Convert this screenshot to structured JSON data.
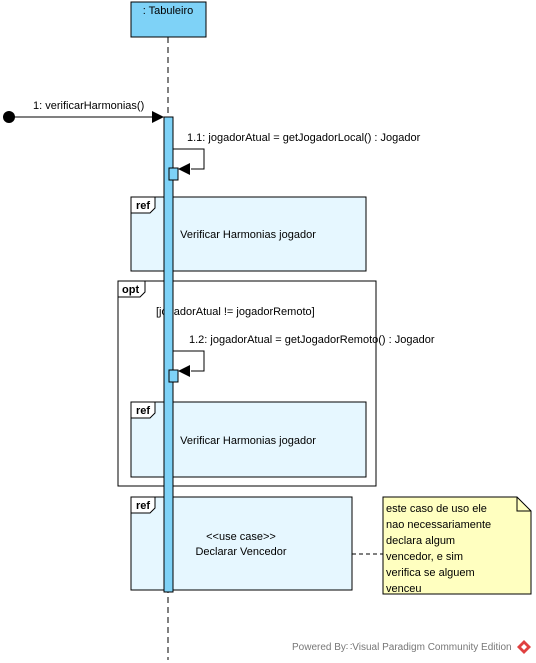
{
  "lifeline": {
    "name": ": Tabuleiro",
    "color": "#7ED2F7"
  },
  "messages": [
    {
      "label": "1: verificarHarmonias()"
    },
    {
      "label": "1.1: jogadorAtual = getJogadorLocal() : Jogador"
    },
    {
      "label": "1.2: jogadorAtual = getJogadorRemoto() : Jogador"
    }
  ],
  "fragments": [
    {
      "operator": "ref",
      "text": "Verificar Harmonias jogador"
    },
    {
      "operator": "opt",
      "guard": "[jogadorAtual != jogadorRemoto]"
    },
    {
      "operator": "ref",
      "text": "Verificar Harmonias jogador"
    },
    {
      "operator": "ref",
      "stereotype": "<<use case>>",
      "text": "Declarar Vencedor"
    }
  ],
  "note": {
    "lines": [
      "este caso de uso ele",
      "nao necessariamente",
      "declara algum",
      "vencedor, e sim",
      "verifica se alguem",
      "venceu"
    ],
    "color": "#FFFFC0"
  },
  "watermark": "Powered By∷Visual Paradigm Community Edition"
}
